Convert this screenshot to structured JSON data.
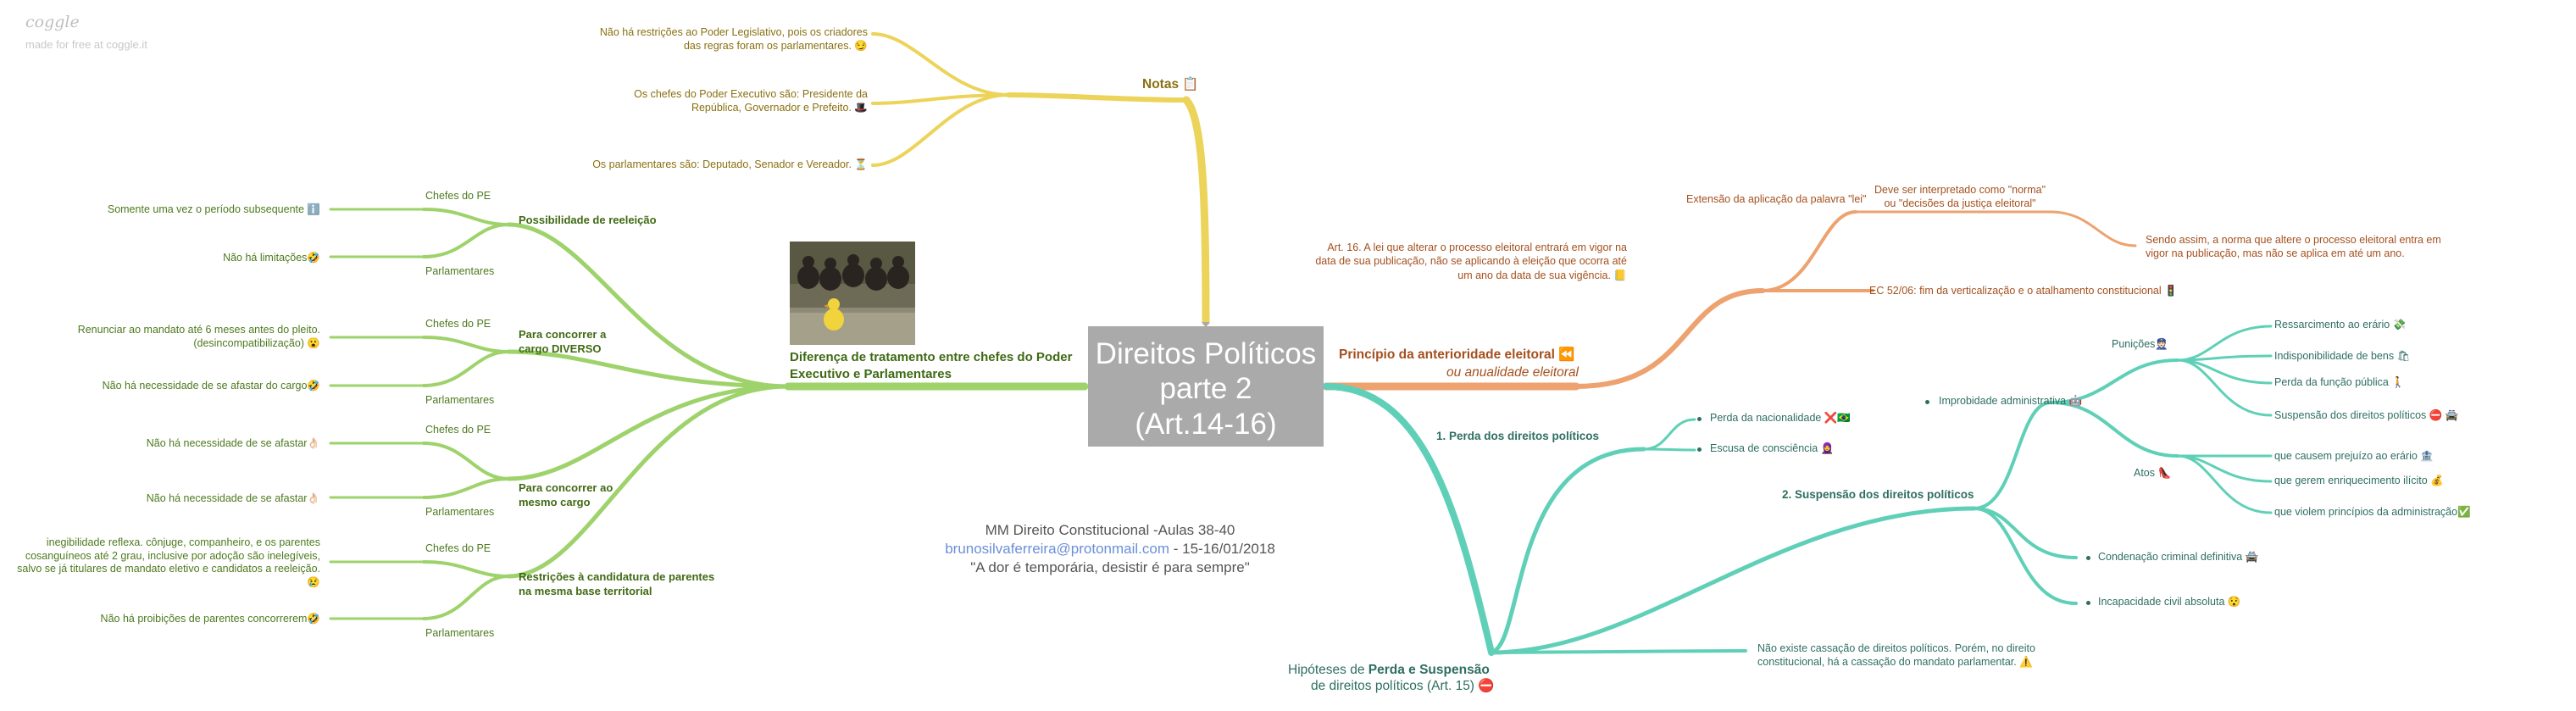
{
  "watermark": {
    "logo": "coggle",
    "tagline": "made for free at coggle.it"
  },
  "central": {
    "title_lines": [
      "Direitos Políticos",
      "parte 2",
      "(Art.14-16)"
    ],
    "note_line1": "MM Direito Constitucional -Aulas 38-40",
    "note_email": "brunosilvaferreira@protonmail.com",
    "note_date": " - 15-16/01/2018",
    "note_quote": "\"A dor é temporária, desistir é para sempre\""
  },
  "notas": {
    "label": "Notas 📋",
    "items": [
      "Não há restrições ao Poder Legislativo, pois os criadores\ndas regras foram os parlamentares. 😏",
      "Os chefes do Poder Executivo são: Presidente da\nRepública, Governador e Prefeito. 🎩",
      "Os parlamentares são: Deputado, Senador e Vereador. ⏳"
    ]
  },
  "diferenca": {
    "label": "Diferença de tratamento entre chefes do Poder\nExecutivo e Parlamentares",
    "groups": [
      {
        "label": "Possibilidade de reeleição",
        "top_role": "Chefes do PE",
        "top_text": "Somente uma vez o período subsequente ℹ️",
        "bottom_role": "Parlamentares",
        "bottom_text": "Não há limitações🤣"
      },
      {
        "label": "Para concorrer a\ncargo DIVERSO",
        "top_role": "Chefes do PE",
        "top_text": "Renunciar ao mandato até 6 meses antes do pleito.\n(desincompatibilização) 😮",
        "bottom_role": "Parlamentares",
        "bottom_text": "Não há necessidade de se afastar do cargo🤣"
      },
      {
        "label": "Para concorrer ao\nmesmo cargo",
        "top_role": "Chefes do PE",
        "top_text": "Não há necessidade de se afastar👌🏻",
        "bottom_role": "Parlamentares",
        "bottom_text": "Não há necessidade de se afastar👌🏻"
      },
      {
        "label": "Restrições à candidatura de parentes\nna mesma base territorial",
        "top_role": "Chefes do PE",
        "top_text": "inegibilidade reflexa. cônjuge, companheiro, e os parentes\ncosanguíneos até 2 grau, inclusive por adoção são inelegíveis,\nsalvo se já titulares de mandato eletivo e candidatos a reeleição.\n😢",
        "bottom_role": "Parlamentares",
        "bottom_text": "Não há proibições de parentes concorrerem🤣"
      }
    ]
  },
  "anterioridade": {
    "label": "Princípio da anterioridade eleitoral ⏪",
    "sublabel": "ou anualidade eleitoral",
    "art16": "Art. 16. A lei que alterar o processo eleitoral entrará em vigor na\ndata de sua publicação, não se aplicando à eleição que ocorra até\num ano da data de sua vigência. 📒",
    "extensao": "Extensão da aplicação da palavra \"lei\"",
    "interpretado": "Deve ser interpretado como \"norma\"\nou \"decisões da justiça eleitoral\"",
    "sendo_assim": "Sendo assim, a norma que altere o processo eleitoral entra em\nvigor na publicação, mas não se aplica em até um ano.",
    "ec": "EC 52/06: fim da verticalização e o atalhamento constitucional 🚦"
  },
  "hipoteses": {
    "label_pre": "Hipóteses de ",
    "label_bold": "Perda e Suspensão",
    "label_line2": "de direitos políticos (Art. 15) ⛔",
    "perda": {
      "label": "1. Perda dos direitos políticos",
      "items": [
        "Perda da nacionalidade ❌🇧🇷",
        "Escusa de consciência 🧕"
      ]
    },
    "suspensao": {
      "label": "2. Suspensão dos direitos políticos",
      "improbidade": "Improbidade administrativa 🤖",
      "punicoes_label": "Punições👮🏻",
      "punicoes": [
        "Ressarcimento ao erário 💸",
        "Indisponibilidade de bens 🛍",
        "Perda da função pública 🚶",
        "Suspensão dos direitos políticos ⛔ 🚔"
      ],
      "atos_label": "Atos 👠",
      "atos": [
        "que causem prejuízo ao erário 🏦",
        "que gerem enriquecimento ilícito 💰",
        "que violem princípios da administração✅"
      ],
      "condenacao": "Condenação criminal definitiva 🚔",
      "incapacidade": "Incapacidade civil absoluta 😯"
    },
    "cassacao": "Não existe cassação de direitos políticos. Porém, no direito\nconstitucional, há a cassação do mandato parlamentar. ⚠️"
  },
  "colors": {
    "yellow": "#ecd35a",
    "green": "#9ed26b",
    "orange": "#eda26f",
    "teal": "#5fd0b7",
    "central": "#aaaaaa"
  },
  "icons": [
    "ducks-photo"
  ]
}
